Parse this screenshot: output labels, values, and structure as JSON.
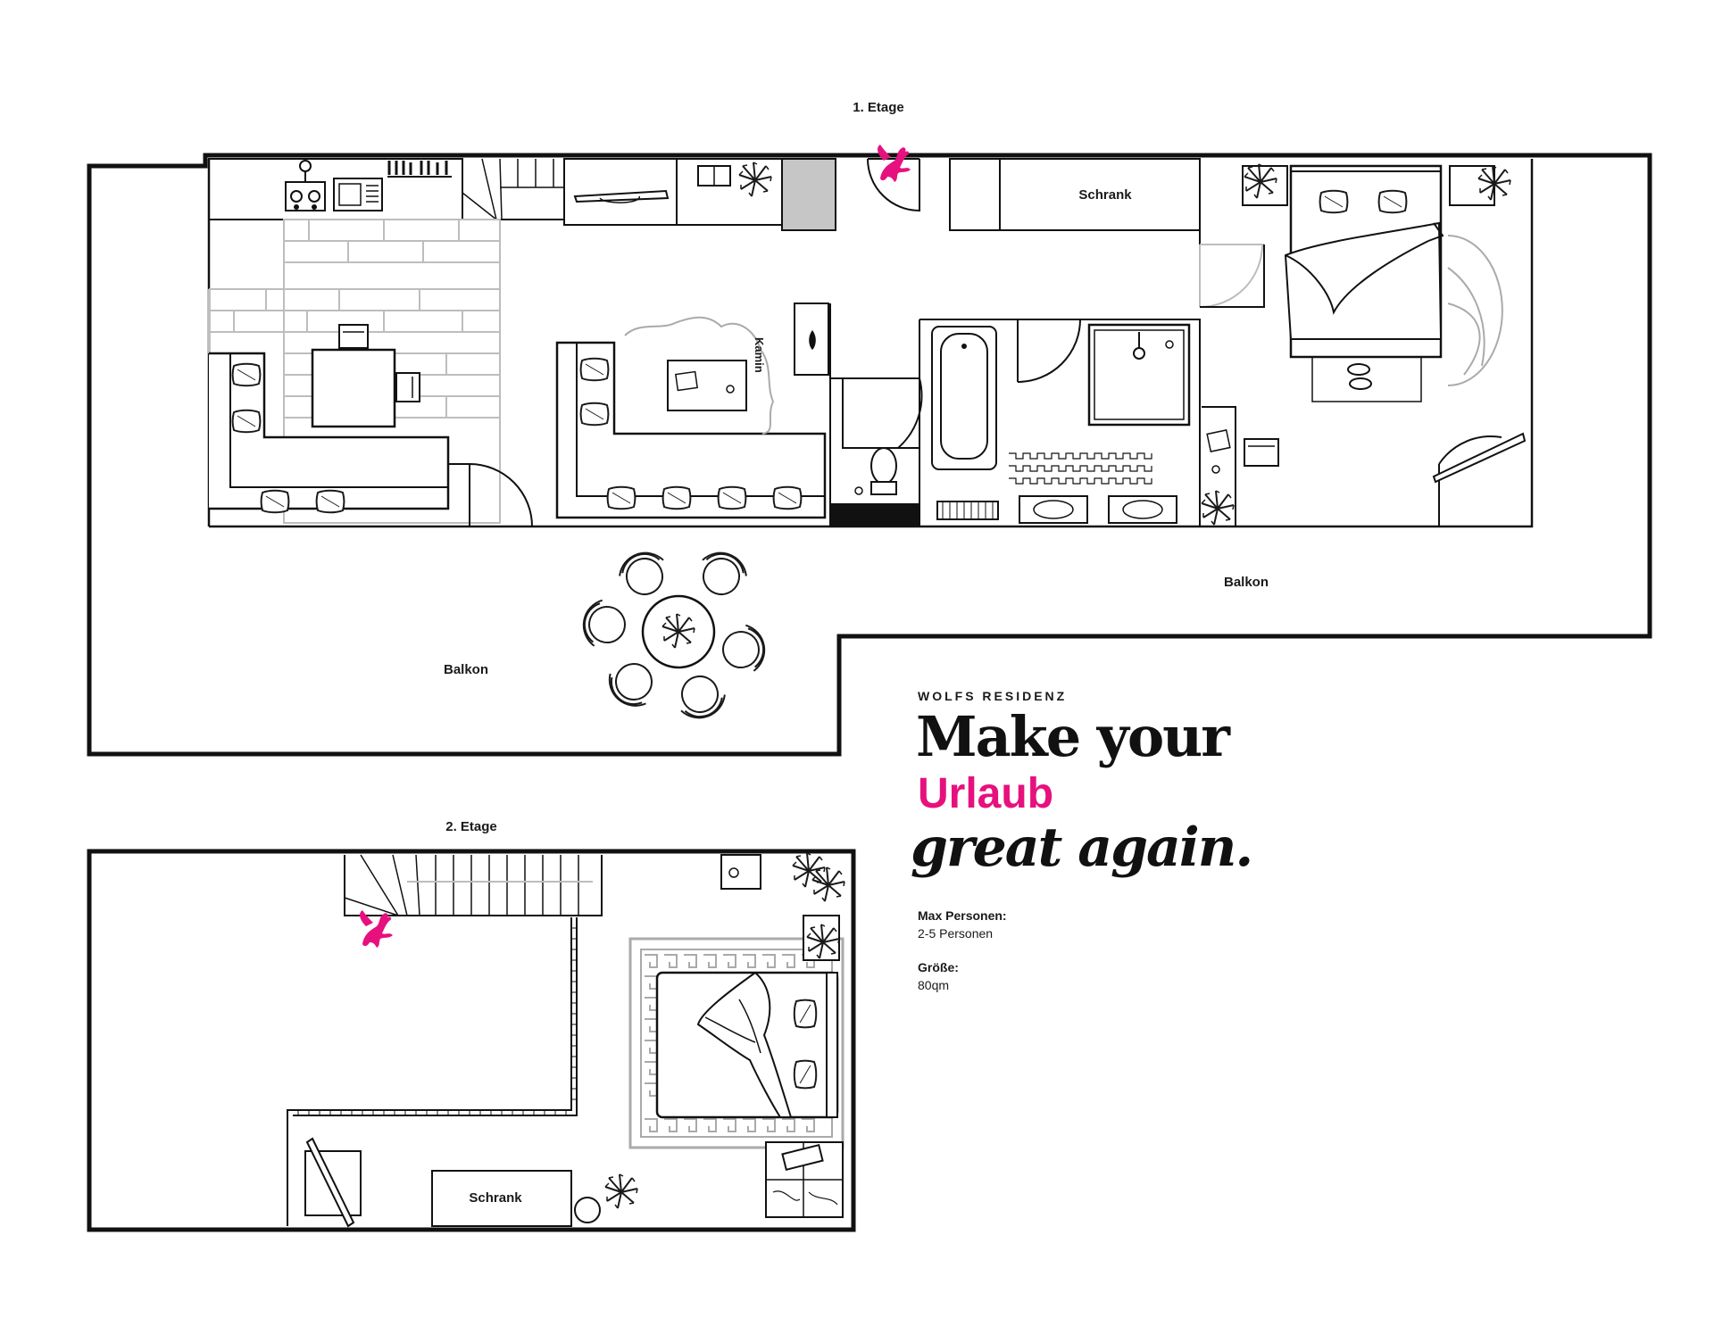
{
  "floors": {
    "floor1_label": "1. Etage",
    "floor2_label": "2. Etage"
  },
  "rooms": {
    "schrank_top": "Schrank",
    "schrank_bottom": "Schrank",
    "balkon_left": "Balkon",
    "balkon_right": "Balkon",
    "kamin": "Kamin"
  },
  "brand": {
    "name": "WOLFS RESIDENZ",
    "slogan_line1": "Make your",
    "slogan_line2": "Urlaub",
    "slogan_line3": "great again."
  },
  "info": {
    "persons_label": "Max Personen:",
    "persons_value": "2-5 Personen",
    "size_label": "Größe:",
    "size_value": "80qm"
  },
  "colors": {
    "accent": "#e6117e",
    "wall": "#111111",
    "furniture": "#1a1a1a",
    "light_gray": "#bdbdbd"
  },
  "icons": {
    "logo": "pegasus-logo-icon"
  }
}
